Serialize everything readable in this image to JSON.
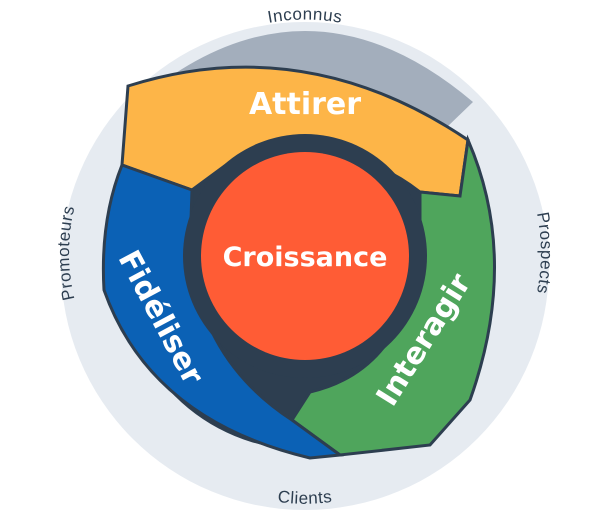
{
  "diagram": {
    "center": {
      "label": "Croissance",
      "color": "#ff5c35"
    },
    "hub_ring_color": "#2d3e50",
    "stages": [
      {
        "label": "Attirer",
        "color": "#fdb548"
      },
      {
        "label": "Interagir",
        "color": "#4fa55c"
      },
      {
        "label": "Fidéliser",
        "color": "#0b61b5"
      }
    ],
    "outer_ring": {
      "color": "#e6ebf1",
      "segment_colors": [
        "#a3aebc",
        "#e6ebf1",
        "#e6ebf1",
        "#e6ebf1"
      ],
      "labels": [
        "Inconnus",
        "Prospects",
        "Clients",
        "Promoteurs"
      ],
      "text_color": "#2d3e50"
    }
  }
}
